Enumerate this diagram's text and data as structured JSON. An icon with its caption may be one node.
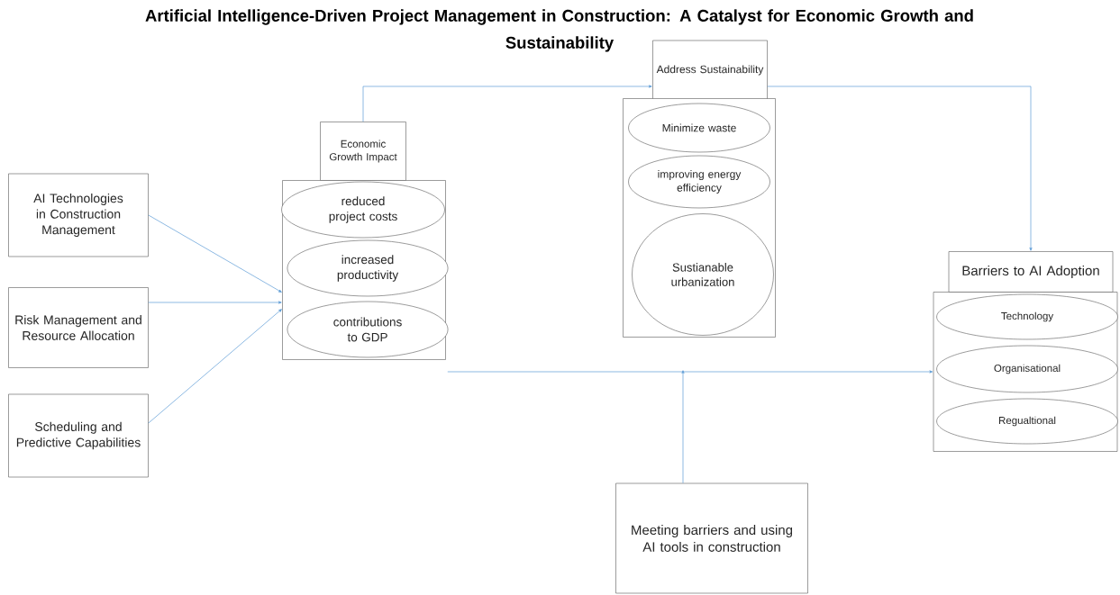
{
  "diagram": {
    "title": "Artificial Intelligence-Driven Project Management in Construction: A Catalyst for Economic Growth and Sustainability",
    "nodes": [
      {
        "text": [
          "AI Technologies in Construction Management"
        ]
      },
      {
        "text": [
          "Risk Management and Resource Allocation"
        ]
      },
      {
        "text": [
          "Scheduling and Predictive Capabilities"
        ]
      },
      {
        "text": [
          "Economic Growth Impact"
        ]
      },
      {
        "text": [],
        "shape": "box"
      },
      {
        "text": [
          "reduced project costs"
        ],
        "in": 4
      },
      {
        "text": [
          "increased productivity"
        ],
        "in": 4
      },
      {
        "text": [
          "contributions to GDP"
        ],
        "in": 4
      },
      {
        "text": [
          "Address Sustainability"
        ]
      },
      {
        "text": [],
        "shape": "box"
      },
      {
        "text": [
          "Minimize waste"
        ],
        "in": 9
      },
      {
        "text": [
          "improving energy efficiency"
        ],
        "in": 9
      },
      {
        "text": [
          "Sustianable urbanization"
        ],
        "in": 9
      },
      {
        "text": [
          "Barriers to AI Adoption"
        ]
      },
      {
        "text": [],
        "shape": "box"
      },
      {
        "text": [
          "Technology"
        ],
        "in": 14
      },
      {
        "text": [
          "Organisational"
        ],
        "in": 14
      },
      {
        "text": [
          "Regualtional"
        ],
        "in": 14
      },
      {
        "text": [
          "Meeting barriers and using AI tools in construction"
        ]
      }
    ],
    "edges": [
      {
        "from": 0,
        "to": 4,
        "arrow": "to"
      },
      {
        "from": 1,
        "to": 4,
        "arrow": "to"
      },
      {
        "from": 2,
        "to": 4,
        "arrow": "to"
      },
      {
        "from": 3,
        "to": 8,
        "arrow": "to"
      },
      {
        "from": 8,
        "to": 13,
        "arrow": "to"
      },
      {
        "from": 4,
        "to": 14,
        "arrow": "to"
      },
      {
        "from": 18,
        "to": null,
        "arrow": "to"
      }
    ]
  }
}
